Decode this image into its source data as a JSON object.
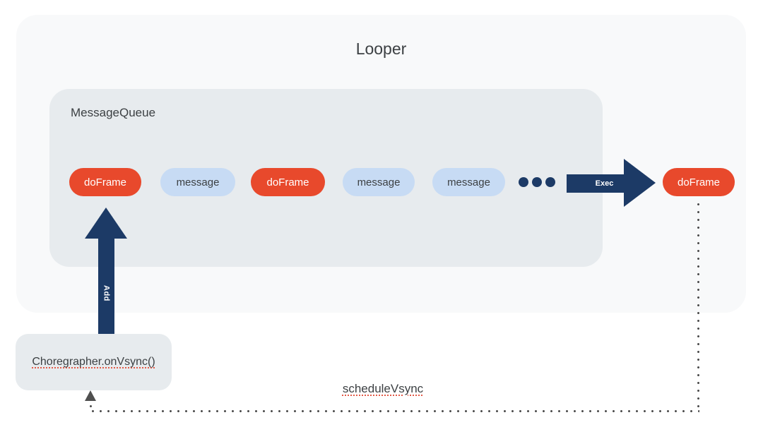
{
  "looper": {
    "title": "Looper"
  },
  "message_queue": {
    "title": "MessageQueue",
    "items": [
      {
        "label": "doFrame",
        "kind": "doFrame"
      },
      {
        "label": "message",
        "kind": "message"
      },
      {
        "label": "doFrame",
        "kind": "doFrame"
      },
      {
        "label": "message",
        "kind": "message"
      },
      {
        "label": "message",
        "kind": "message"
      }
    ],
    "ellipsis_icon": "three-dots"
  },
  "exec_arrow": {
    "label": "Exec",
    "direction": "right"
  },
  "executing_item": {
    "label": "doFrame"
  },
  "add_arrow": {
    "label": "Add",
    "direction": "up"
  },
  "choreographer": {
    "label": "Choregrapher.onVsync()"
  },
  "schedule_vsync": {
    "label": "scheduleVsync",
    "path": "dotted feedback line from executing doFrame back to Choregrapher.onVsync()"
  },
  "colors": {
    "doframe_pill": "#e8492c",
    "message_pill": "#c7dbf4",
    "arrow_navy": "#1c3a66",
    "looper_panel": "#f8f9fa",
    "queue_panel": "#e7ebee",
    "text": "#3c4043",
    "dotted_line": "#4a4a4a",
    "spellcheck_underline": "#e25a47"
  }
}
